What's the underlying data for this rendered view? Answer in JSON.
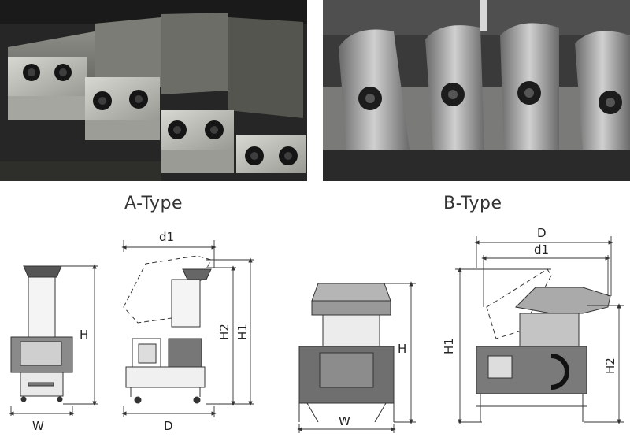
{
  "photos": {
    "a": {
      "subject": "stepped-blade-rotor-photo"
    },
    "b": {
      "subject": "claw-blade-rotor-photo"
    }
  },
  "types": {
    "a": {
      "title": "A-Type"
    },
    "b": {
      "title": "B-Type"
    }
  },
  "dimensions": {
    "a_front": {
      "height": "H",
      "width": "W"
    },
    "a_side": {
      "d1": "d1",
      "h2": "H2",
      "h1": "H1",
      "depth": "D"
    },
    "b_front": {
      "height": "H",
      "width": "W"
    },
    "b_side": {
      "depth": "D",
      "d1": "d1",
      "h1": "H1",
      "h2": "H2"
    }
  },
  "colors": {
    "steel_dark": "#2b2b2b",
    "steel_light": "#b9b9b9",
    "line": "#333333"
  }
}
